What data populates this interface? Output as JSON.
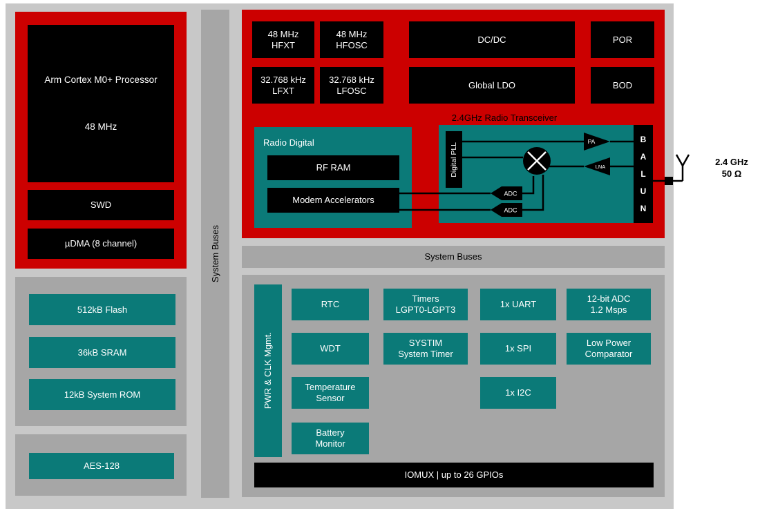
{
  "left": {
    "processor": {
      "title": "Arm Cortex M0+ Processor",
      "freq": "48 MHz",
      "swd": "SWD",
      "udma": "µDMA (8 channel)"
    },
    "memory": {
      "items": [
        "512kB Flash",
        "36kB SRAM",
        "12kB System ROM"
      ]
    },
    "security": {
      "aes": "AES-128"
    }
  },
  "buses": {
    "vertical": "System Buses",
    "horizontal": "System Buses"
  },
  "clocks_power": {
    "hfxt": "48 MHz\nHFXT",
    "hfosc": "48 MHz\nHFOSC",
    "lfxt": "32.768 kHz\nLFXT",
    "lfosc": "32.768 kHz\nLFOSC",
    "dcdc": "DC/DC",
    "por": "POR",
    "ldo": "Global LDO",
    "bod": "BOD"
  },
  "radio": {
    "title": "2.4GHz Radio Transceiver",
    "digital_label": "Radio Digital",
    "rf_ram": "RF RAM",
    "modem": "Modem Accelerators",
    "pll": "Digital PLL",
    "adc_top": "ADC",
    "adc_bottom": "ADC",
    "pa": "PA",
    "lna": "LNA",
    "balun": "B\nA\nL\nU\nN",
    "antenna": "2.4 GHz\n50 Ω"
  },
  "peripherals": {
    "pwr_clk": "PWR & CLK Mgmt.",
    "rtc": "RTC",
    "wdt": "WDT",
    "temp": "Temperature\nSensor",
    "battery": "Battery\nMonitor",
    "timers": "Timers\nLGPT0-LGPT3",
    "systim": "SYSTIM\nSystem Timer",
    "uart": "1x UART",
    "spi": "1x SPI",
    "i2c": "1x I2C",
    "adc12": "12-bit ADC\n1.2 Msps",
    "comparator": "Low Power\nComparator",
    "iomux": "IOMUX | up to 26 GPIOs"
  },
  "colors": {
    "red": "#cc0000",
    "teal": "#0b7a78",
    "panel_gray": "#c8c8c8",
    "block_gray": "#a6a6a6",
    "black": "#000000"
  }
}
